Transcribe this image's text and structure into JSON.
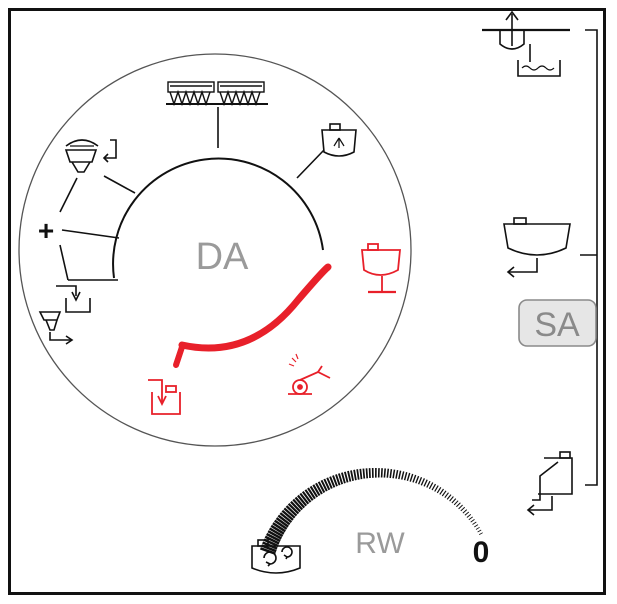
{
  "display": {
    "circuit_label": "DA",
    "side_label": "SA",
    "gauge_label": "RW",
    "gauge_value": "0",
    "plus_symbol": "+"
  },
  "colors": {
    "line": "#111111",
    "active": "#e8202a",
    "label_gray": "#9a9a9a",
    "badge_fill": "#e6e6e6",
    "badge_stroke": "#8a8a8a"
  },
  "icons": {
    "top_center": "boom-sections-icon",
    "top_right": "spray-tank-nozzle-icon",
    "right_red": "tank-drain-icon",
    "bottom_right_red": "spray-gun-hose-icon",
    "bottom_left_red": "tank-fill-icon",
    "left_top": "induction-hopper-icon",
    "left_bottom": "hopper-to-tank-icon",
    "sa_top": "suction-fill-bucket-icon",
    "sa_middle": "main-tank-outlet-icon",
    "sa_bottom": "rinse-tank-outlet-icon",
    "gauge": "tank-agitation-icon"
  }
}
